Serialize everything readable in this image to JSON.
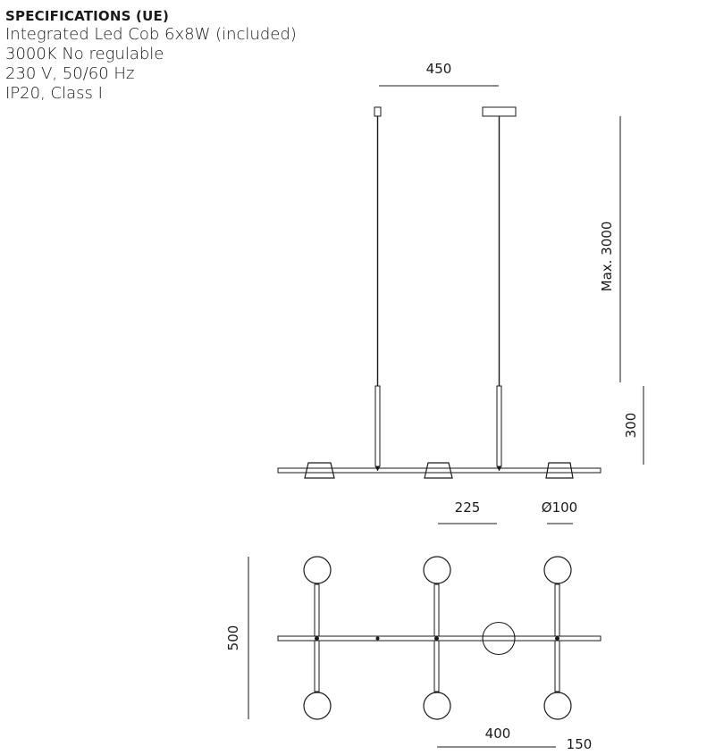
{
  "specs": {
    "heading": "SPECIFICATIONS (UE)",
    "lines": [
      "Integrated Led Cob 6x8W (included)",
      "3000K No regulable",
      "230 V, 50/60 Hz",
      "IP20, Class I"
    ]
  },
  "dimensions": {
    "canopy_spacing": "450",
    "max_height": "Max. 3000",
    "stem_length": "300",
    "half_spacing": "225",
    "shade_diameter": "Ø100",
    "total_depth": "500",
    "arm_spacing": "400",
    "globe_offset": "150"
  },
  "colors": {
    "line": "#1a1a1a"
  }
}
